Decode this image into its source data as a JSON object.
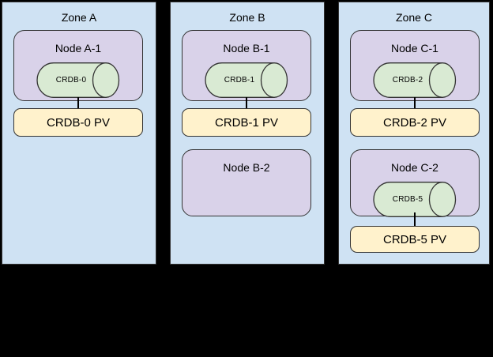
{
  "diagram": {
    "background": "#000000",
    "colors": {
      "zone_fill": "#cfe2f3",
      "node_fill": "#d9d2e9",
      "database_fill": "#d9ead3",
      "pv_fill": "#fff2cc",
      "border": "#333333",
      "connector": "#000000",
      "text": "#000000"
    },
    "zones": [
      {
        "label": "Zone A",
        "nodes": [
          {
            "label": "Node A-1",
            "database": "CRDB-0",
            "pv": "CRDB-0 PV"
          }
        ]
      },
      {
        "label": "Zone B",
        "nodes": [
          {
            "label": "Node B-1",
            "database": "CRDB-1",
            "pv": "CRDB-1 PV"
          },
          {
            "label": "Node B-2"
          }
        ]
      },
      {
        "label": "Zone C",
        "nodes": [
          {
            "label": "Node C-1",
            "database": "CRDB-2",
            "pv": "CRDB-2 PV"
          },
          {
            "label": "Node C-2",
            "database": "CRDB-5",
            "pv": "CRDB-5 PV"
          }
        ]
      }
    ]
  }
}
